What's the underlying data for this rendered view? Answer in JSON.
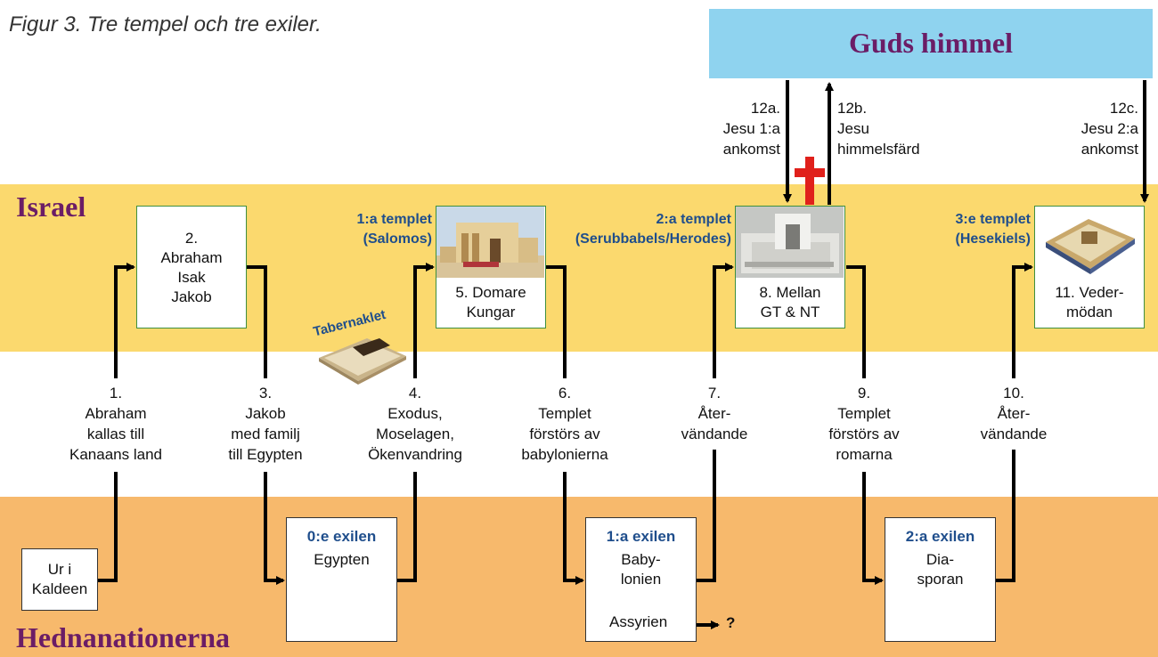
{
  "caption": "Figur 3. Tre tempel och tre exiler.",
  "heaven": {
    "title": "Guds himmel"
  },
  "regions": {
    "israel": "Israel",
    "nations": "Hednanationerna"
  },
  "boxes": {
    "ur": "Ur i\nKaldeen",
    "abraham": "2.\nAbraham\nIsak\nJakob",
    "domare": "5. Domare\nKungar",
    "mellan": "8. Mellan\nGT & NT",
    "vedermodan": "11. Veder-\nmödan"
  },
  "temples": {
    "first": {
      "title": "1:a templet",
      "sub": "(Salomos)"
    },
    "second": {
      "title": "2:a templet",
      "sub": "(Serubbabels/Herodes)"
    },
    "third": {
      "title": "3:e templet",
      "sub": "(Hesekiels)"
    },
    "tabernacle": "Tabernaklet"
  },
  "exiles": {
    "zero": {
      "title": "0:e exilen",
      "place": "Egypten"
    },
    "first": {
      "title": "1:a exilen",
      "place": "Baby-\nlonien",
      "note": "Assyrien",
      "question": "?"
    },
    "second": {
      "title": "2:a exilen",
      "place": "Dia-\nsporan"
    }
  },
  "steps": {
    "s1": "1.\nAbraham\nkallas till\nKanaans land",
    "s3": "3.\nJakob\nmed familj\ntill Egypten",
    "s4": "4.\nExodus,\nMoselagen,\nÖkenvandring",
    "s6": "6.\nTemplet\nförstörs av\nbabylonierna",
    "s7": "7.\nÅter-\nvändande",
    "s9": "9.\nTemplet\nförstörs av\nromarna",
    "s10": "10.\nÅter-\nvändande"
  },
  "jesus": {
    "a": "12a.\nJesu 1:a\nankomst",
    "b": "12b.\nJesu\nhimmelsfärd",
    "c": "12c.\nJesu 2:a\nankomst"
  },
  "colors": {
    "israel_band": "#fbd96e",
    "nations_band": "#f7b96c",
    "heaven": "#8fd3ef",
    "title_purple": "#6b1d66",
    "label_blue": "#1f4e8c",
    "cross_red": "#e0201b"
  }
}
